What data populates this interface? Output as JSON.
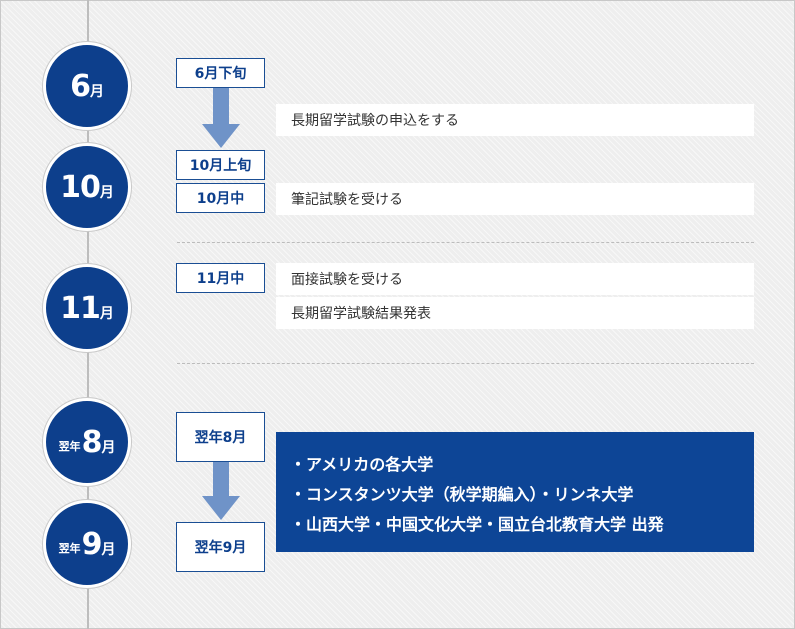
{
  "months": {
    "m1": {
      "num": "6",
      "unit": "月",
      "prefix": ""
    },
    "m2": {
      "num": "10",
      "unit": "月",
      "prefix": ""
    },
    "m3": {
      "num": "11",
      "unit": "月",
      "prefix": ""
    },
    "m4": {
      "num": "8",
      "unit": "月",
      "prefix": "翌年"
    },
    "m5": {
      "num": "9",
      "unit": "月",
      "prefix": "翌年"
    }
  },
  "dates": {
    "d1": "6月下旬",
    "d2": "10月上旬",
    "d3": "10月中",
    "d4": "11月中",
    "d5": "翌年8月",
    "d6": "翌年9月"
  },
  "steps": {
    "s1": "長期留学試験の申込をする",
    "s2": "筆記試験を受ける",
    "s3": "面接試験を受ける",
    "s4": "長期留学試験結果発表"
  },
  "destinations": [
    "・アメリカの各大学",
    "・コンスタンツ大学（秋学期編入）・リンネ大学",
    "・山西大学・中国文化大学・国立台北教育大学 出発"
  ],
  "colors": {
    "primary": "#0d3f8c",
    "arrow": "#6f93c8",
    "background": "#eeeeee"
  }
}
